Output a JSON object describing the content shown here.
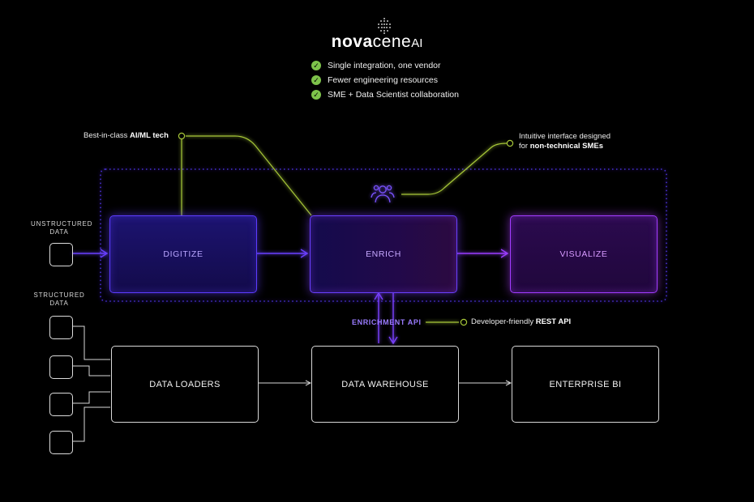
{
  "brand": {
    "part1": "nova",
    "part2": "cene",
    "part3": "AI"
  },
  "benefits": [
    "Single integration, one vendor",
    "Fewer engineering resources",
    "SME + Data Scientist collaboration"
  ],
  "annotations": {
    "aiml_prefix": "Best-in-class ",
    "aiml_bold": "AI/ML tech",
    "interface_line1": "Intuitive interface designed",
    "interface_line2_prefix": "for ",
    "interface_line2_bold": "non-technical SMEs",
    "api_prefix": "Developer-friendly ",
    "api_bold": "REST API"
  },
  "labels": {
    "unstructured_line1": "UNSTRUCTURED",
    "unstructured_line2": "DATA",
    "structured_line1": "STRUCTURED",
    "structured_line2": "DATA",
    "enrichment_api": "ENRICHMENT API"
  },
  "stages": {
    "digitize": "DIGITIZE",
    "enrich": "ENRICH",
    "visualize": "VISUALIZE"
  },
  "pipeline": {
    "loaders": "DATA LOADERS",
    "warehouse": "DATA WAREHOUSE",
    "bi": "ENTERPRISE BI"
  },
  "colors": {
    "check_green": "#7dc24a",
    "annotation_line": "#a6c638",
    "purple_start": "#5d3cff",
    "purple_end": "#a23cff",
    "dotted_border": "#4a2fd6"
  },
  "icons": {
    "logo": "dot-grid-icon",
    "check": "check-circle-icon",
    "users": "users-group-icon"
  }
}
